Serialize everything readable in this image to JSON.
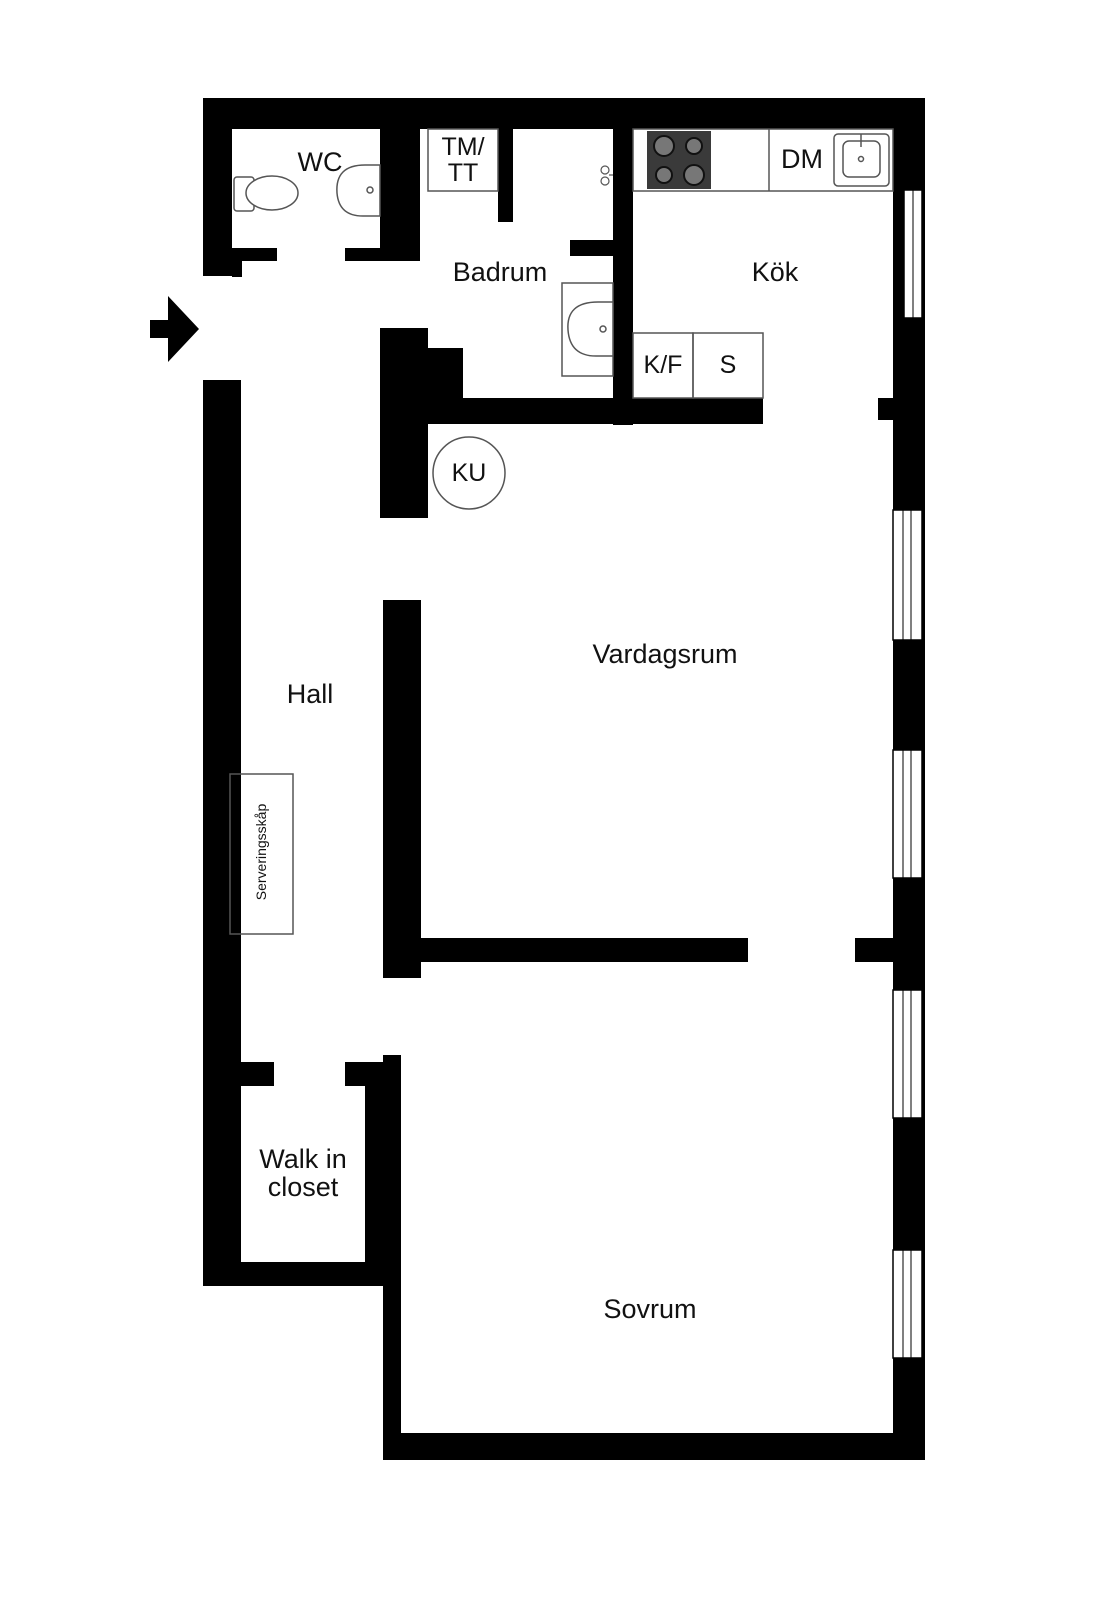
{
  "floorplan": {
    "rooms": {
      "wc": "WC",
      "badrum": "Badrum",
      "kok": "Kök",
      "hall": "Hall",
      "vardagsrum": "Vardagsrum",
      "sovrum": "Sovrum",
      "walk_in_closet": "Walk in\ncloset"
    },
    "fixtures": {
      "tm_tt": "TM/\nTT",
      "dm": "DM",
      "kf": "K/F",
      "s": "S",
      "ku": "KU",
      "serveringsskap": "Serveringsskåp"
    },
    "colors": {
      "wall": "#000000",
      "background": "#ffffff",
      "fixture_stroke": "#555555",
      "stove": "#3a3a3a"
    },
    "icons": {
      "entrance": "entrance-arrow-icon",
      "toilet": "toilet-icon",
      "sink": "sink-icon",
      "stove": "stove-icon",
      "kitchen_sink": "kitchen-sink-icon",
      "shower": "shower-head-icon"
    }
  }
}
